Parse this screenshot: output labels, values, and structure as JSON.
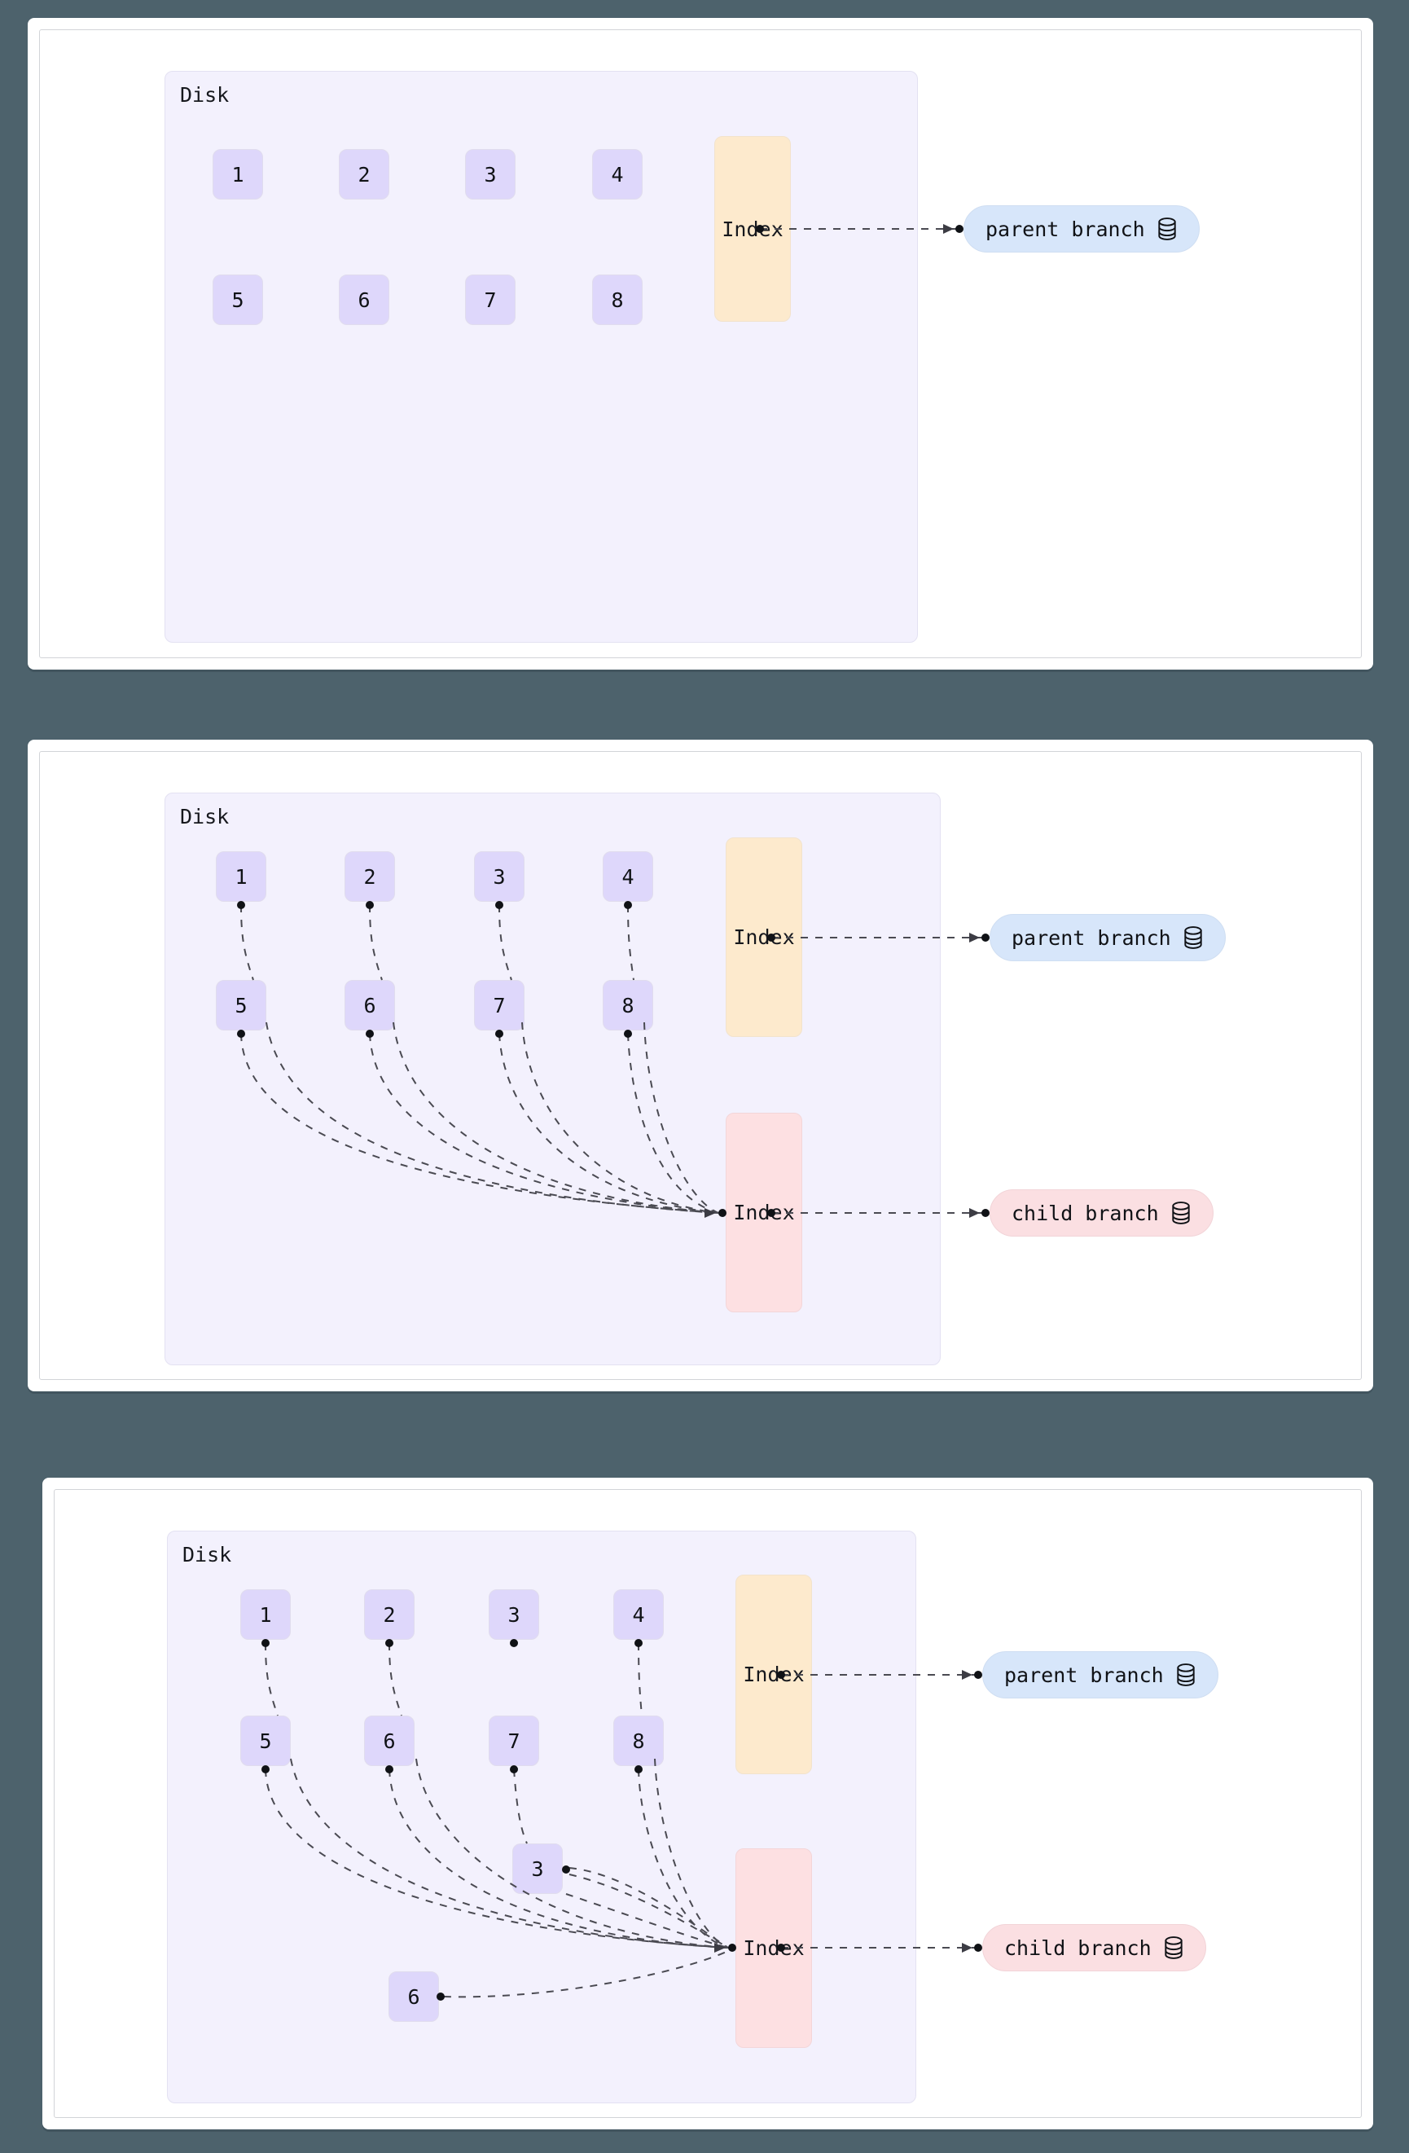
{
  "page": {
    "background_color": "#4d626c",
    "card_background": "#ffffff",
    "panel_count": 3
  },
  "colors": {
    "disk_bg": "#f3f1fd",
    "block_bg": "#ded7fb",
    "index_parent_bg": "#fdeacd",
    "index_child_bg": "#fde0e2",
    "pill_parent_bg": "#d7e6fa",
    "pill_child_bg": "#fbdfe2",
    "edge_stroke": "#4a4a52"
  },
  "labels": {
    "disk": "Disk",
    "index": "Index",
    "parent_branch": "parent branch",
    "child_branch": "child branch",
    "db_icon": "database-icon"
  },
  "panels": [
    {
      "id": "panel-1",
      "disk_label": "Disk",
      "blocks_row_top": [
        "1",
        "2",
        "3",
        "4"
      ],
      "blocks_row_bottom": [
        "5",
        "6",
        "7",
        "8"
      ],
      "extra_blocks": [],
      "indexes": [
        {
          "id": "index-parent",
          "label": "Index",
          "kind": "parent"
        }
      ],
      "pills": [
        {
          "id": "pill-parent",
          "label": "parent branch",
          "kind": "parent",
          "icon": "database-icon"
        }
      ]
    },
    {
      "id": "panel-2",
      "disk_label": "Disk",
      "blocks_row_top": [
        "1",
        "2",
        "3",
        "4"
      ],
      "blocks_row_bottom": [
        "5",
        "6",
        "7",
        "8"
      ],
      "extra_blocks": [],
      "indexes": [
        {
          "id": "index-parent",
          "label": "Index",
          "kind": "parent"
        },
        {
          "id": "index-child",
          "label": "Index",
          "kind": "child"
        }
      ],
      "pills": [
        {
          "id": "pill-parent",
          "label": "parent branch",
          "kind": "parent",
          "icon": "database-icon"
        },
        {
          "id": "pill-child",
          "label": "child branch",
          "kind": "child",
          "icon": "database-icon"
        }
      ]
    },
    {
      "id": "panel-3",
      "disk_label": "Disk",
      "blocks_row_top": [
        "1",
        "2",
        "3",
        "4"
      ],
      "blocks_row_bottom": [
        "5",
        "6",
        "7",
        "8"
      ],
      "extra_blocks": [
        "3",
        "6"
      ],
      "indexes": [
        {
          "id": "index-parent",
          "label": "Index",
          "kind": "parent"
        },
        {
          "id": "index-child",
          "label": "Index",
          "kind": "child"
        }
      ],
      "pills": [
        {
          "id": "pill-parent",
          "label": "parent branch",
          "kind": "parent",
          "icon": "database-icon"
        },
        {
          "id": "pill-child",
          "label": "child branch",
          "kind": "child",
          "icon": "database-icon"
        }
      ]
    }
  ]
}
